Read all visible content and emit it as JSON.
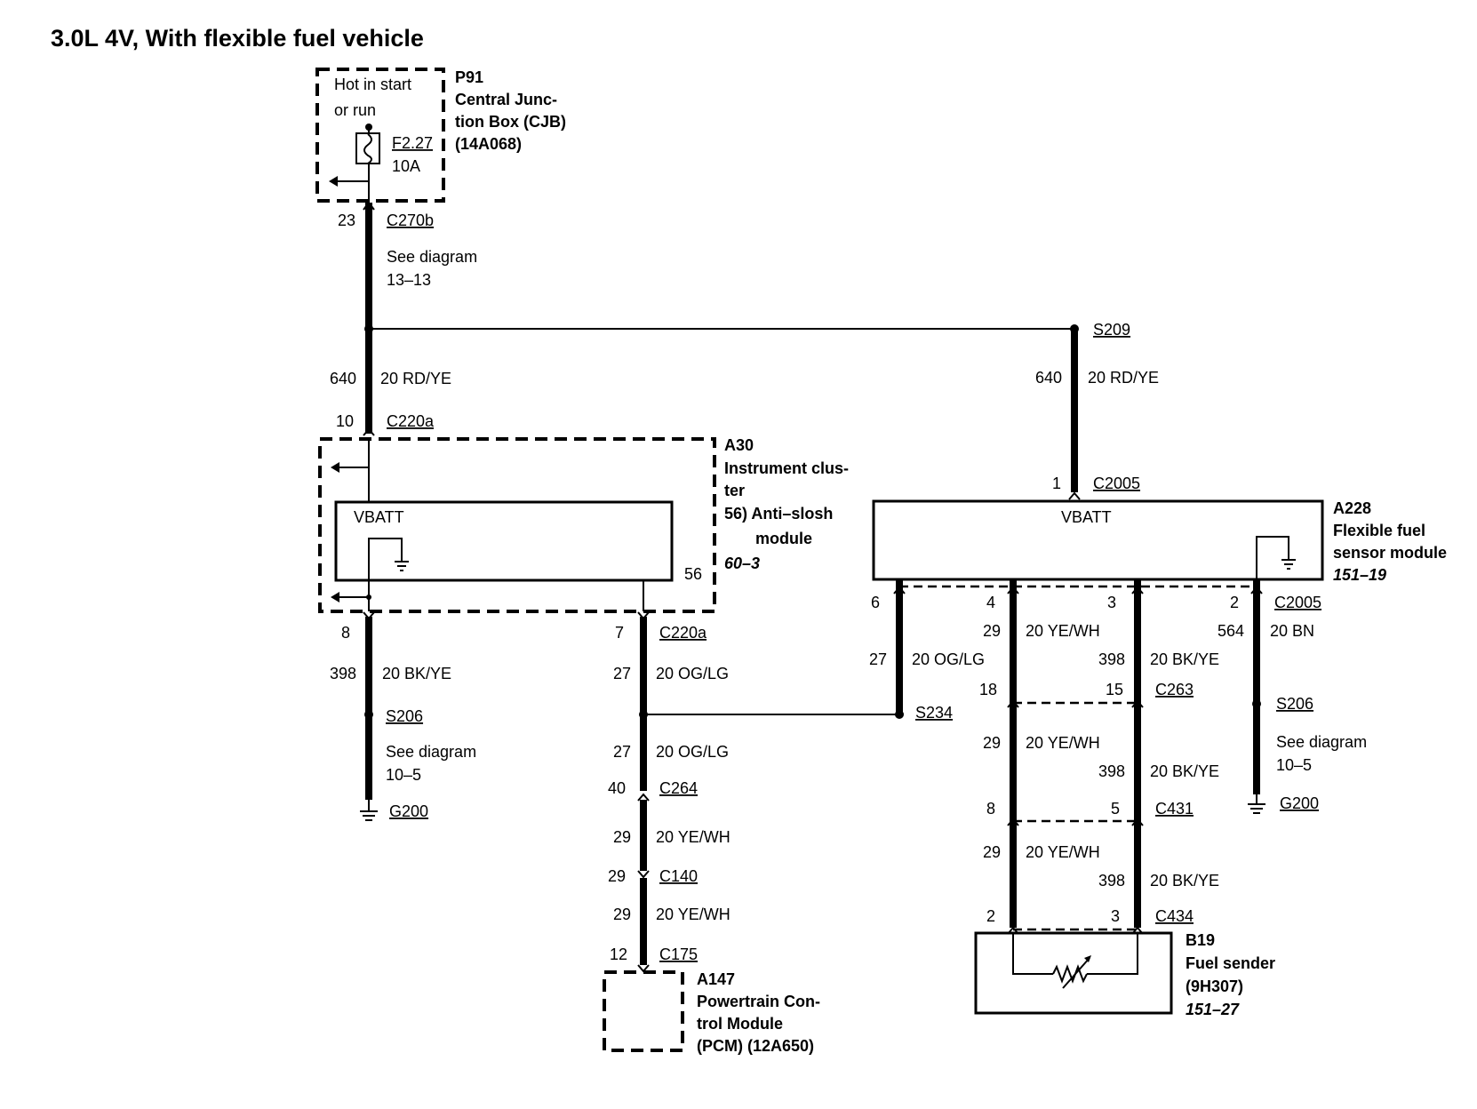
{
  "title": "3.0L 4V, With flexible fuel vehicle",
  "p91": {
    "id": "P91",
    "name_l1": "Central Junc-",
    "name_l2": "tion Box (CJB)",
    "part": "(14A068)",
    "hot_l1": "Hot in start",
    "hot_l2": "or run",
    "fuse": "F2.27",
    "fuse_rating": "10A"
  },
  "c270b": {
    "pin": "23",
    "label": "C270b",
    "see_l1": "See diagram",
    "see_l2": "13–13"
  },
  "left_feed": {
    "circuit": "640",
    "gauge_color": "20 RD/YE",
    "pin": "10",
    "connector": "C220a"
  },
  "a30": {
    "id": "A30",
    "l1": "Instrument clus-",
    "l2": "ter",
    "l3": "56)  Anti–slosh",
    "l4": "module",
    "ref": "60–3",
    "vbatt": "VBATT",
    "pin56": "56"
  },
  "left_ground": {
    "pin": "8",
    "circuit": "398",
    "gauge_color": "20 BK/YE",
    "splice": "S206",
    "see_l1": "See diagram",
    "see_l2": "10–5",
    "ground": "G200"
  },
  "mid": {
    "pin": "7",
    "connector": "C220a",
    "circuit": "27",
    "gauge_color": "20 OG/LG",
    "circuit2": "27",
    "gauge_color2": "20 OG/LG",
    "c264_pin": "40",
    "c264": "C264",
    "yw_circuit": "29",
    "yw_color": "20 YE/WH",
    "c140_pin": "29",
    "c140": "C140",
    "yw_circuit2": "29",
    "yw_color2": "20 YE/WH",
    "c175_pin": "12",
    "c175": "C175"
  },
  "a147": {
    "id": "A147",
    "l1": "Powertrain Con-",
    "l2": "trol Module",
    "l3": "(PCM) (12A650)"
  },
  "s209": {
    "label": "S209",
    "circuit": "640",
    "gauge_color": "20 RD/YE",
    "pin": "1",
    "connector": "C2005"
  },
  "a228": {
    "id": "A228",
    "l1": "Flexible fuel",
    "l2": "sensor module",
    "ref": "151–19",
    "vbatt": "VBATT"
  },
  "right": {
    "pin6": "6",
    "pin4": "4",
    "pin3": "3",
    "pin2": "2",
    "c2005": "C2005",
    "og_circuit": "27",
    "og_color": "20 OG/LG",
    "s234": "S234",
    "yw_a": "29",
    "yw_color_a": "20 YE/WH",
    "bk_a": "398",
    "bk_color_a": "20 BK/YE",
    "bn_circuit": "564",
    "bn_color": "20 BN",
    "c263_l": "18",
    "c263_r": "15",
    "c263": "C263",
    "s206": "S206",
    "see_l1": "See diagram",
    "see_l2": "10–5",
    "g200": "G200",
    "yw_b": "29",
    "yw_color_b": "20 YE/WH",
    "bk_b": "398",
    "bk_color_b": "20 BK/YE",
    "c431_l": "8",
    "c431_r": "5",
    "c431": "C431",
    "yw_c": "29",
    "yw_color_c": "20 YE/WH",
    "bk_c": "398",
    "bk_color_c": "20 BK/YE",
    "c434_l": "2",
    "c434_r": "3",
    "c434": "C434"
  },
  "b19": {
    "id": "B19",
    "l1": "Fuel sender",
    "l2": "(9H307)",
    "ref": "151–27"
  }
}
